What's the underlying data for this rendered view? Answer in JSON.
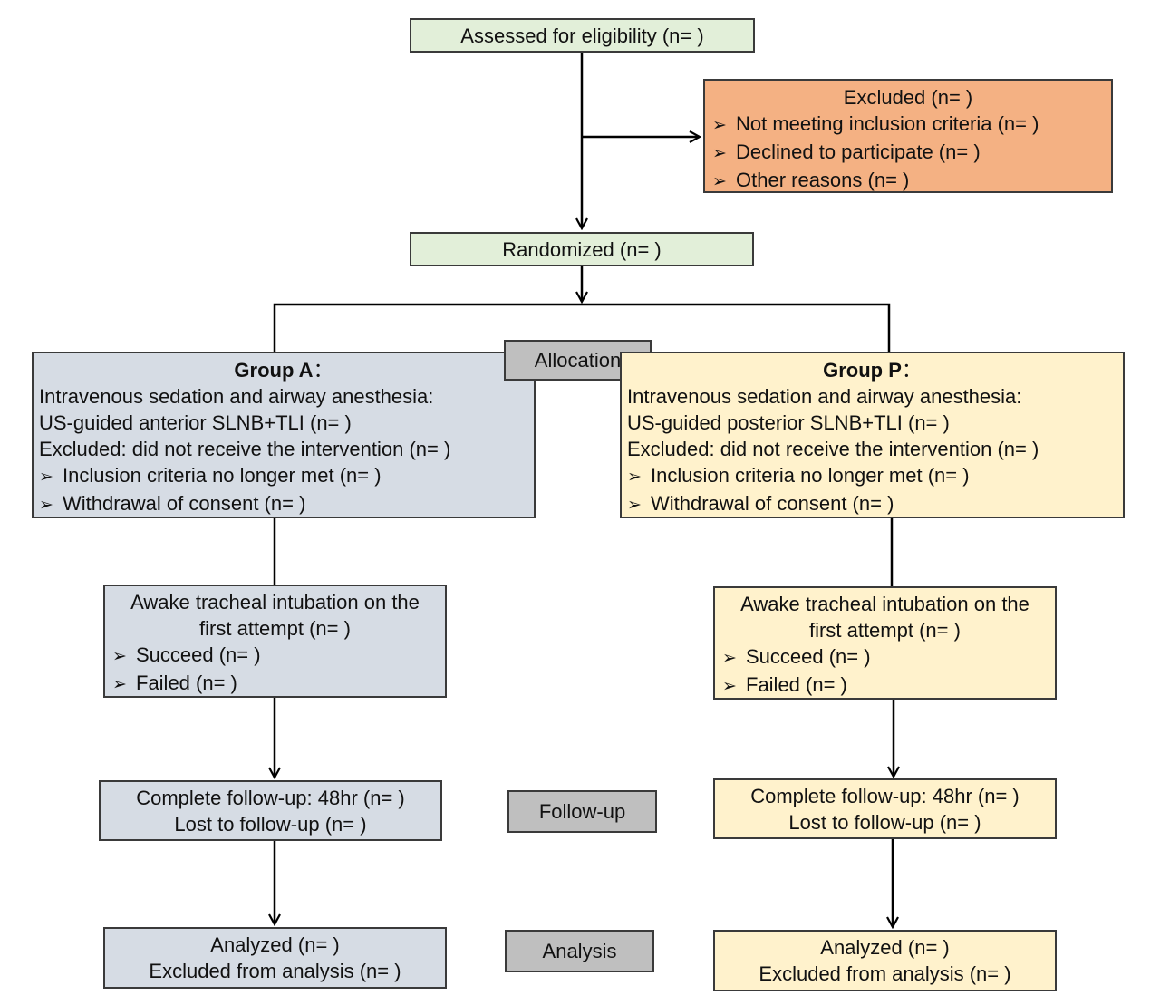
{
  "assessed": {
    "label": "Assessed for eligibility (n=  )"
  },
  "excluded": {
    "title": "Excluded (n=  )",
    "bullet": "➢",
    "items": [
      "Not meeting inclusion criteria (n=  )",
      "Declined to participate (n=  )",
      "Other reasons (n=  )"
    ]
  },
  "randomized": {
    "label": "Randomized (n=  )"
  },
  "stages": {
    "allocation": "Allocation",
    "followup": "Follow-up",
    "analysis": "Analysis"
  },
  "group_a": {
    "title": "Group A",
    "title_suffix": "：",
    "lines": [
      "Intravenous sedation and airway anesthesia:",
      "US-guided anterior SLNB+TLI (n=  )",
      "Excluded: did not receive the intervention (n=  )"
    ],
    "bullets": [
      "Inclusion criteria no longer met (n=  )",
      "Withdrawal of consent (n=  )"
    ],
    "intubation": {
      "lines": [
        "Awake tracheal intubation on the",
        "first attempt (n=  )"
      ],
      "bullets": [
        "Succeed (n=  )",
        "Failed (n=  )"
      ]
    },
    "followup": [
      "Complete follow-up: 48hr (n=  )",
      "Lost to follow-up (n=  )"
    ],
    "analysis": [
      "Analyzed (n=  )",
      "Excluded from analysis (n=  )"
    ]
  },
  "group_p": {
    "title": "Group P",
    "title_suffix": "：",
    "lines": [
      "Intravenous sedation and airway anesthesia:",
      "US-guided posterior SLNB+TLI (n=  )",
      "Excluded: did not receive the intervention (n=  )"
    ],
    "bullets": [
      "Inclusion criteria no longer met (n=  )",
      "Withdrawal of consent (n=  )"
    ],
    "intubation": {
      "lines": [
        "Awake tracheal intubation on the",
        "first attempt (n=  )"
      ],
      "bullets": [
        "Succeed (n=  )",
        "Failed (n=  )"
      ]
    },
    "followup": [
      "Complete follow-up: 48hr (n=  )",
      "Lost to follow-up (n=  )"
    ],
    "analysis": [
      "Analyzed (n=  )",
      "Excluded from analysis (n=  )"
    ]
  },
  "colors": {
    "green": "#e2efd9",
    "orange": "#f4b183",
    "blue": "#d6dce4",
    "yellow": "#fff2cc",
    "gray": "#bfbfbf",
    "line": "#000000"
  }
}
